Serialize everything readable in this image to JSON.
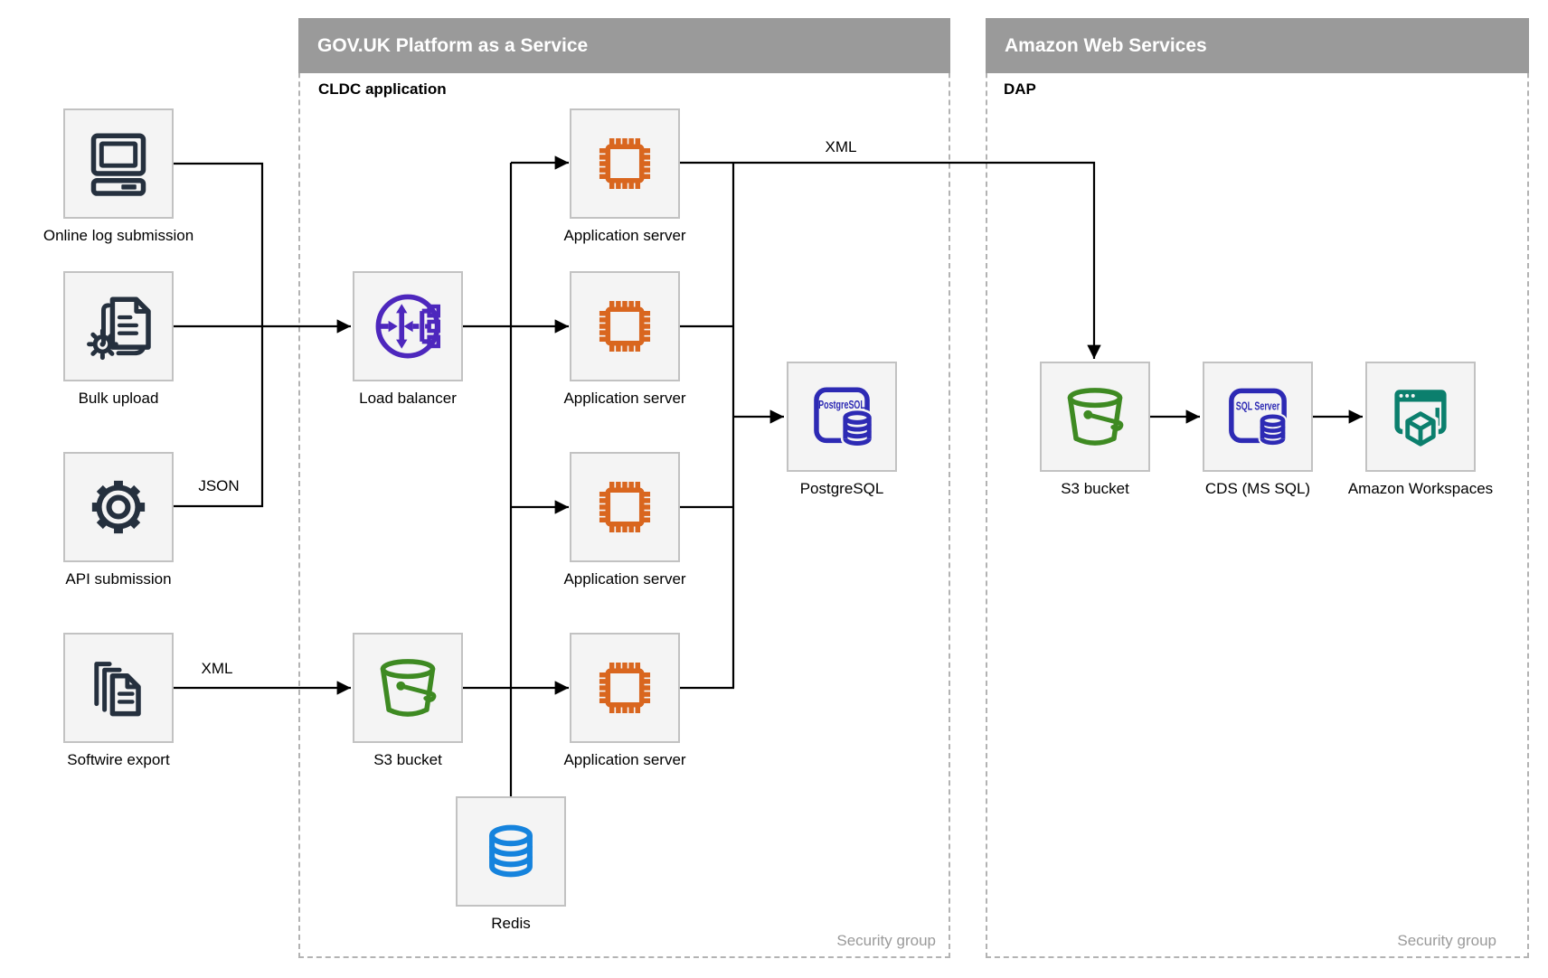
{
  "diagram": {
    "colors": {
      "header_bg": "#9a9a9a",
      "header_text": "#ffffff",
      "navy": "#25303e",
      "orange": "#d9661f",
      "purple": "#4d27bd",
      "green": "#3e8a22",
      "indigo": "#2d2ab4",
      "blue": "#1583dd",
      "teal": "#0b7f6d",
      "edge": "#000000",
      "muted": "#9a9a9a"
    },
    "containers": {
      "paas": {
        "title": "GOV.UK Platform as a Service",
        "subtitle": "CLDC application",
        "footer": "Security group"
      },
      "aws": {
        "title": "Amazon Web Services",
        "subtitle": "DAP",
        "footer": "Security group"
      }
    },
    "nodes": {
      "online_log": {
        "label": "Online log submission",
        "icon": "computer-icon"
      },
      "bulk_upload": {
        "label": "Bulk upload",
        "icon": "document-gear-icon"
      },
      "api_submission": {
        "label": "API submission",
        "icon": "gear-icon"
      },
      "softwire_export": {
        "label": "Softwire export",
        "icon": "document-stack-icon"
      },
      "load_balancer": {
        "label": "Load balancer",
        "icon": "load-balancer-icon"
      },
      "s3_paas": {
        "label": "S3 bucket",
        "icon": "bucket-icon"
      },
      "app_server_1": {
        "label": "Application server",
        "icon": "chip-icon"
      },
      "app_server_2": {
        "label": "Application server",
        "icon": "chip-icon"
      },
      "app_server_3": {
        "label": "Application server",
        "icon": "chip-icon"
      },
      "app_server_4": {
        "label": "Application server",
        "icon": "chip-icon"
      },
      "postgresql": {
        "label": "PostgreSQL",
        "icon": "postgresql-icon",
        "icon_text": "PostgreSQL"
      },
      "redis": {
        "label": "Redis",
        "icon": "database-icon"
      },
      "s3_aws": {
        "label": "S3 bucket",
        "icon": "bucket-icon"
      },
      "cds": {
        "label": "CDS (MS SQL)",
        "icon": "sql-server-icon",
        "icon_text": "SQL Server"
      },
      "workspaces": {
        "label": "Amazon Workspaces",
        "icon": "workspaces-icon"
      }
    },
    "edge_labels": {
      "json": "JSON",
      "xml_softwire": "XML",
      "xml_top": "XML"
    }
  }
}
